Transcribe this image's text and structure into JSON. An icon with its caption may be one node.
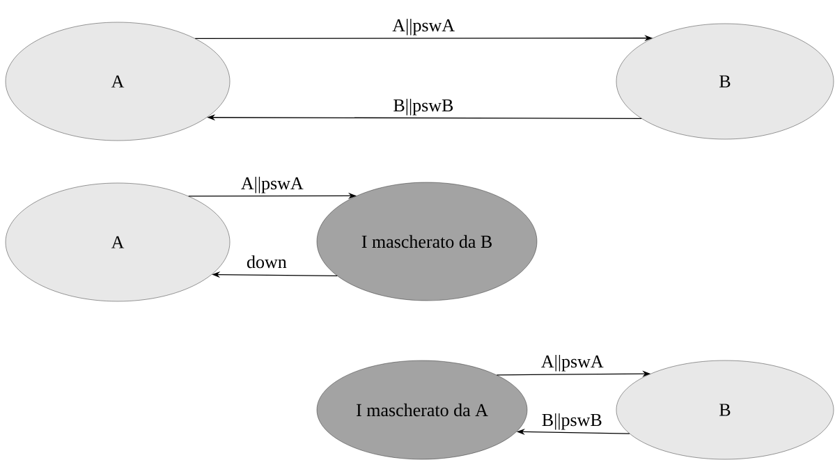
{
  "diagram": {
    "nodes": [
      {
        "text": [
          "A"
        ]
      },
      {
        "text": [
          "B"
        ]
      },
      {
        "text": [
          "A"
        ]
      },
      {
        "text": [
          "I mascherato da B"
        ]
      },
      {
        "text": [
          "I mascherato da A"
        ]
      },
      {
        "text": [
          "B"
        ]
      }
    ],
    "edges": [
      {
        "from": 0,
        "to": 1,
        "arrow": "to",
        "label": "A||pswA"
      },
      {
        "from": 1,
        "to": 0,
        "arrow": "to",
        "label": "B||pswB"
      },
      {
        "from": 2,
        "to": 3,
        "arrow": "to",
        "label": "A||pswA"
      },
      {
        "from": 3,
        "to": 2,
        "arrow": "to",
        "label": "down"
      },
      {
        "from": 4,
        "to": 5,
        "arrow": "to",
        "label": "A||pswA"
      },
      {
        "from": 5,
        "to": 4,
        "arrow": "to",
        "label": "B||pswB"
      }
    ]
  }
}
